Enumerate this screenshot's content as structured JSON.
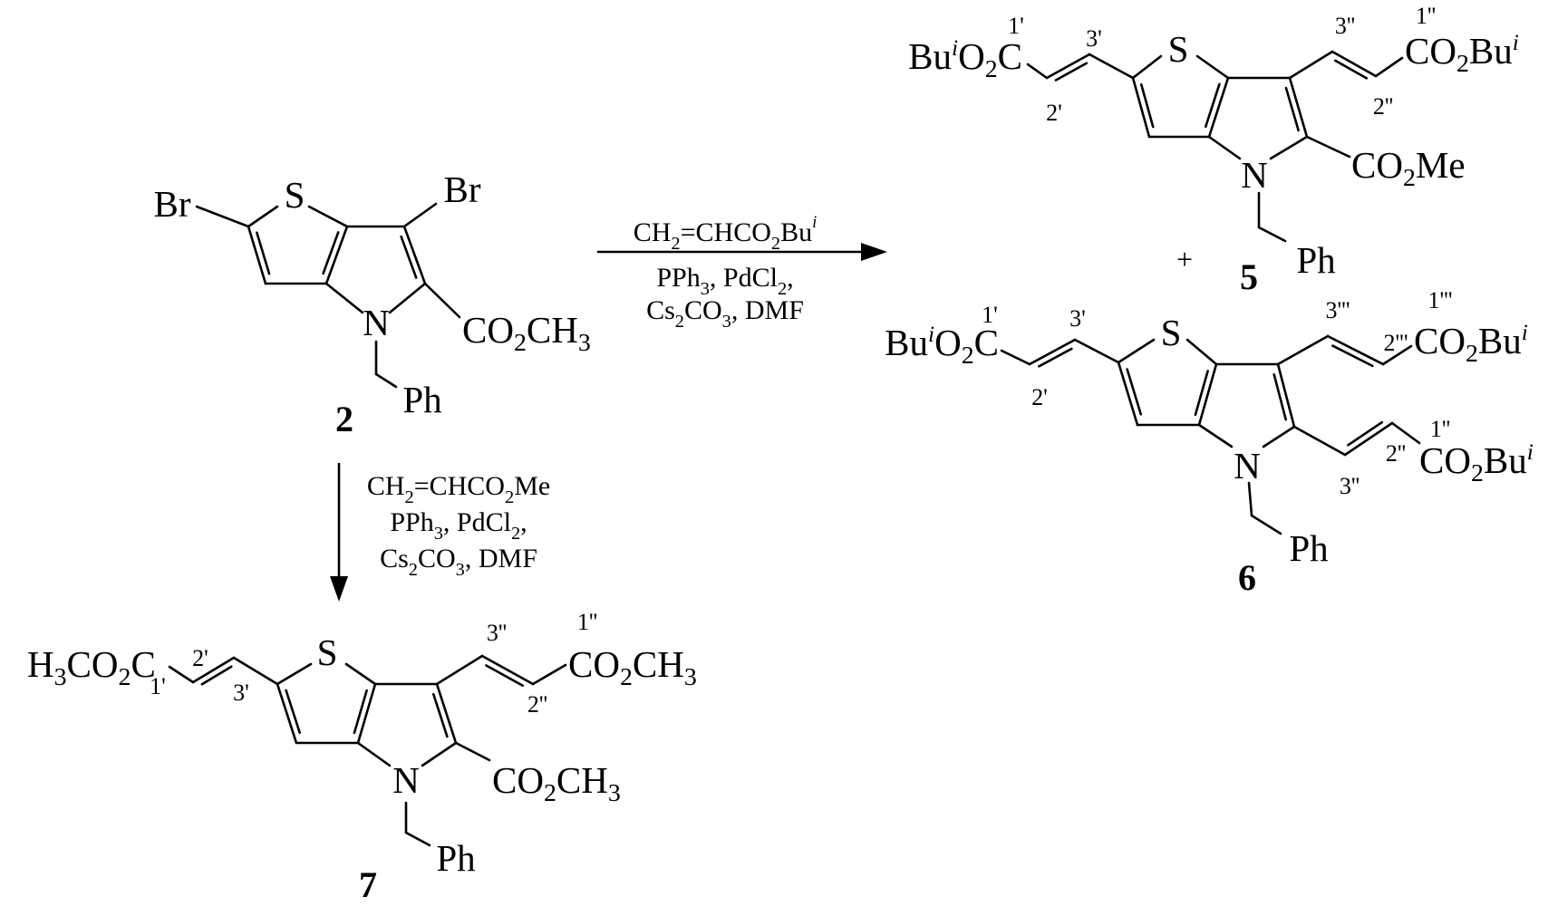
{
  "reaction_1": {
    "reagents": [
      [
        "CH",
        {
          "sub": "2"
        },
        "=CHCO",
        {
          "sub": "2"
        },
        "Bu",
        {
          "sup": "i"
        }
      ],
      [
        "PPh",
        {
          "sub": "3"
        },
        ", PdCl",
        {
          "sub": "2"
        },
        ","
      ],
      [
        "Cs",
        {
          "sub": "2"
        },
        "CO",
        {
          "sub": "3"
        },
        ", DMF"
      ]
    ],
    "plus": "+"
  },
  "reaction_2": {
    "reagents": [
      [
        "CH",
        {
          "sub": "2"
        },
        "=CHCO",
        {
          "sub": "2"
        },
        "Me"
      ],
      [
        "PPh",
        {
          "sub": "3"
        },
        ", PdCl",
        {
          "sub": "2"
        },
        ","
      ],
      [
        "Cs",
        {
          "sub": "2"
        },
        "CO",
        {
          "sub": "3"
        },
        ", DMF"
      ]
    ]
  },
  "compound_2": {
    "number": "2",
    "S": "S",
    "N": "N",
    "Br_left": "Br",
    "Br_right": "Br",
    "Ph": "Ph",
    "ester": [
      "CO",
      {
        "sub": "2"
      },
      "CH",
      {
        "sub": "3"
      }
    ]
  },
  "compound_5": {
    "number": "5",
    "S": "S",
    "N": "N",
    "Ph": "Ph",
    "left_ester": [
      "Bu",
      {
        "sup": "i"
      },
      "O",
      {
        "sub": "2"
      },
      "C"
    ],
    "right_ester": [
      "CO",
      {
        "sub": "2"
      },
      "Bu",
      {
        "sup": "i"
      }
    ],
    "methyl_ester": [
      "CO",
      {
        "sub": "2"
      },
      "Me"
    ],
    "positions": {
      "p1a": "1'",
      "p2a": "2'",
      "p3a": "3'",
      "p1b": "1''",
      "p2b": "2''",
      "p3b": "3''"
    }
  },
  "compound_6": {
    "number": "6",
    "S": "S",
    "N": "N",
    "Ph": "Ph",
    "left_ester": [
      "Bu",
      {
        "sup": "i"
      },
      "O",
      {
        "sub": "2"
      },
      "C"
    ],
    "upper_right_ester": [
      "CO",
      {
        "sub": "2"
      },
      "Bu",
      {
        "sup": "i"
      }
    ],
    "lower_right_ester": [
      "CO",
      {
        "sub": "2"
      },
      "Bu",
      {
        "sup": "i"
      }
    ],
    "positions": {
      "p1a": "1'",
      "p2a": "2'",
      "p3a": "3'",
      "p1b": "1''",
      "p2b": "2''",
      "p3b": "3''",
      "p1c": "1'''",
      "p2c": "2'''",
      "p3c": "3'''"
    }
  },
  "compound_7": {
    "number": "7",
    "S": "S",
    "N": "N",
    "Ph": "Ph",
    "left_ester": [
      "H",
      {
        "sub": "3"
      },
      "CO",
      {
        "sub": "2"
      },
      "C"
    ],
    "right_ester": [
      "CO",
      {
        "sub": "2"
      },
      "CH",
      {
        "sub": "3"
      }
    ],
    "lower_ester": [
      "CO",
      {
        "sub": "2"
      },
      "CH",
      {
        "sub": "3"
      }
    ],
    "positions": {
      "p1a": "1'",
      "p2a": "2'",
      "p3a": "3'",
      "p1b": "1''",
      "p2b": "2''",
      "p3b": "3''"
    }
  }
}
